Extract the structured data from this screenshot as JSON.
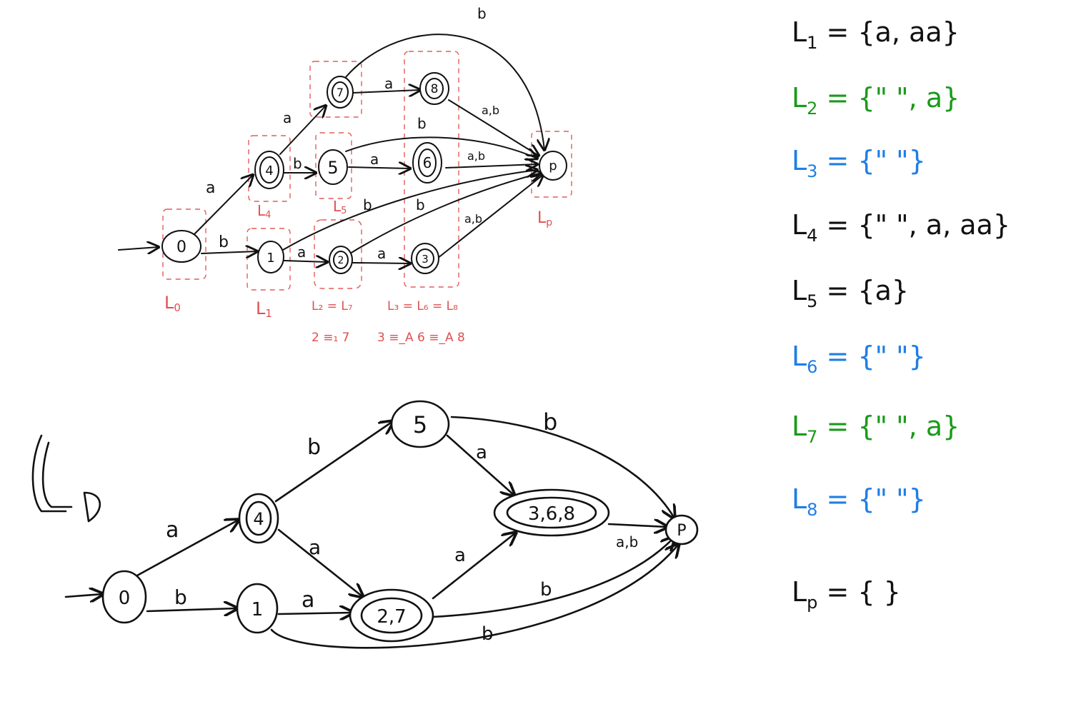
{
  "colors": {
    "ink": "#111111",
    "red": "#e0504f",
    "green": "#1a9a1a",
    "blue": "#1f7ee6"
  },
  "top": {
    "states": {
      "s0": "0",
      "s1": "1",
      "s2": "2",
      "s3": "3",
      "s4": "4",
      "s5": "5",
      "s6": "6",
      "s7": "7",
      "s8": "8",
      "sp": "p"
    },
    "edges": {
      "s0_s4": "a",
      "s0_s1": "b",
      "s4_s7": "a",
      "s4_s5": "b",
      "s1_s2": "a",
      "s2_s3": "a",
      "s7_s8": "a",
      "s5_s6": "a",
      "s8_p": "a,b",
      "s6_p": "a,b",
      "s3_p": "a,b",
      "s7_p": "b",
      "s5_p": "b",
      "s1_p": "b",
      "s2_p": "b"
    },
    "groups": {
      "L0": "L",
      "L0sub": "0",
      "L1": "L",
      "L1sub": "1",
      "L4": "L",
      "L4sub": "4",
      "L5": "L",
      "L5sub": "5",
      "Lp": "L",
      "Lpsub": "p",
      "L27": "L₂ = L₇",
      "L368": "L₃ = L₆ = L₈",
      "eq27": "2 ≡₁ 7",
      "eq368": "3 ≡_A 6 ≡_A 8"
    }
  },
  "bottom": {
    "title": "LD",
    "states": {
      "s0": "0",
      "s1": "1",
      "s4": "4",
      "s5": "5",
      "s27": "2,7",
      "s368": "3,6,8",
      "sp": "P"
    },
    "edges": {
      "s0_s4": "a",
      "s0_s1": "b",
      "s4_s5": "b",
      "s4_s27": "a",
      "s1_s27": "a",
      "s1_p": "b",
      "s5_s368": "a",
      "s5_p": "b",
      "s27_s368": "a",
      "s27_p": "b",
      "s368_p": "a,b"
    }
  },
  "languages": [
    {
      "name": "L",
      "sub": "1",
      "value": "= {a, aa}",
      "color": "#111111"
    },
    {
      "name": "L",
      "sub": "2",
      "value": "= {\" \", a}",
      "color": "#1a9a1a"
    },
    {
      "name": "L",
      "sub": "3",
      "value": "= {\" \"}",
      "color": "#1f7ee6"
    },
    {
      "name": "L",
      "sub": "4",
      "value": "= {\" \", a, aa}",
      "color": "#111111"
    },
    {
      "name": "L",
      "sub": "5",
      "value": "= {a}",
      "color": "#111111"
    },
    {
      "name": "L",
      "sub": "6",
      "value": "= {\" \"}",
      "color": "#1f7ee6"
    },
    {
      "name": "L",
      "sub": "7",
      "value": "= {\" \", a}",
      "color": "#1a9a1a"
    },
    {
      "name": "L",
      "sub": "8",
      "value": "= {\" \"}",
      "color": "#1f7ee6"
    },
    {
      "name": "L",
      "sub": "p",
      "value": "= { }",
      "color": "#111111"
    }
  ]
}
